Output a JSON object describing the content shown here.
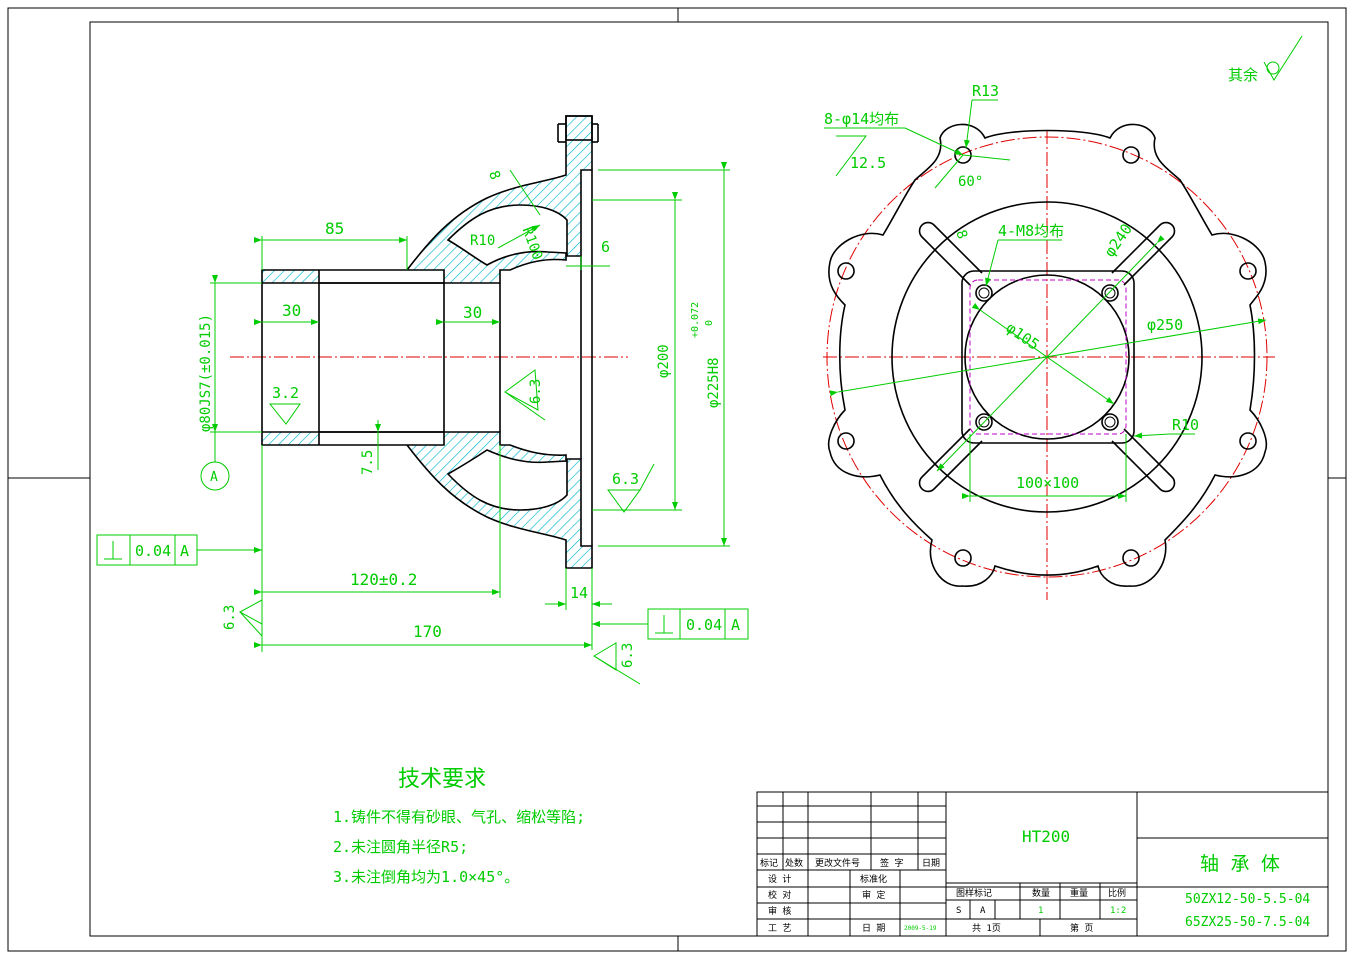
{
  "drawing": {
    "surface_finish_note": "其余",
    "section_view": {
      "dims": {
        "d85": "85",
        "d30_left": "30",
        "d30_right": "30",
        "d8": "8",
        "r10": "R10",
        "r100": "R100",
        "d6": "6",
        "d14": "14",
        "d7_5": "7.5",
        "d120": "120±0.2",
        "d170": "170",
        "phi80": "φ80JS7(±0.015)",
        "phi200": "φ200",
        "phi225": "φ225H8",
        "phi225_tol": "+0.072",
        "phi225_tol2": "0",
        "rough_3_2": "3.2",
        "rough_6_3_a": "6.3",
        "rough_6_3_b": "6.3",
        "rough_6_3_c": "6.3",
        "rough_6_3_d": "6.3",
        "datum": "A",
        "tol_value_1": "0.04",
        "tol_datum_1": "A",
        "tol_value_2": "0.04",
        "tol_datum_2": "A"
      }
    },
    "front_view": {
      "dims": {
        "holes": "8-φ14均布",
        "rough_12_5": "12.5",
        "r13": "R13",
        "angle": "60°",
        "d8": "8",
        "threads": "4-M8均布",
        "phi240": "φ240",
        "phi105": "φ105",
        "phi250": "φ250",
        "r10": "R10",
        "square": "100×100"
      }
    },
    "tech_req": {
      "title": "技术要求",
      "items": [
        "1.铸件不得有砂眼、气孔、缩松等陷;",
        "2.未注圆角半径R5;",
        "3.未注倒角均为1.0×45°。"
      ]
    },
    "title_block": {
      "material": "HT200",
      "part_name": "轴 承 体",
      "code_1": "50ZX12-50-5.5-04",
      "code_2": "65ZX25-50-7.5-04",
      "hdr_mark": "标记",
      "hdr_count": "处数",
      "hdr_doc": "更改文件号",
      "hdr_sign": "签 字",
      "hdr_date": "日期",
      "design": "设 计",
      "standard": "标准化",
      "check": "校 对",
      "review": "审 定",
      "audit": "审 核",
      "process": "工 艺",
      "date_label": "日 期",
      "date_value": "2009-5-19",
      "stage_mark": "图样标记",
      "qty_label": "数量",
      "weight_label": "重量",
      "scale_label": "比例",
      "stage_s": "S",
      "stage_a": "A",
      "qty_value": "1",
      "scale_value": "1:2",
      "total_sheets": "共 1页",
      "sheet_no": "第 页"
    }
  }
}
